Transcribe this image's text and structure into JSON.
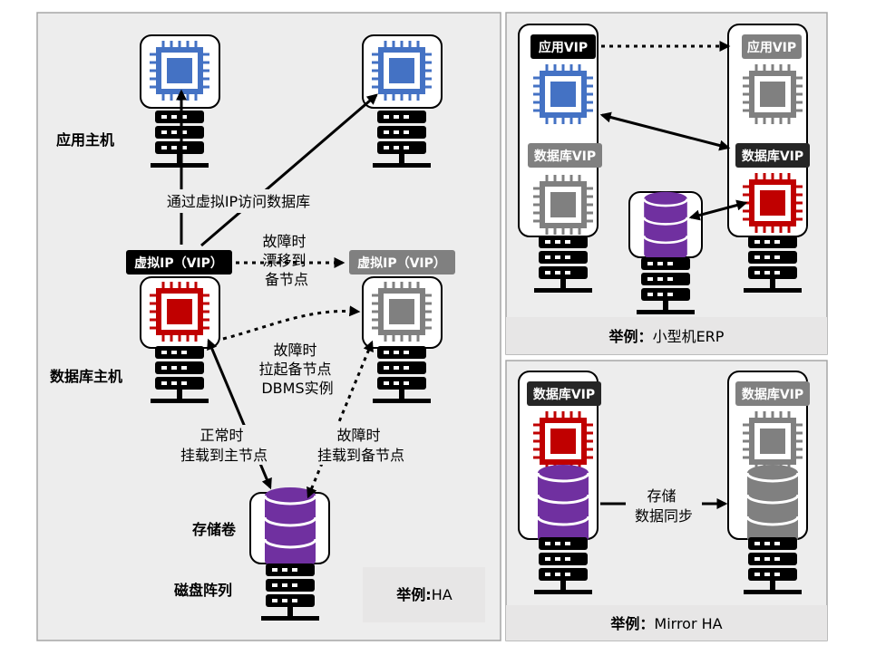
{
  "colors": {
    "blue": "#4472c4",
    "red": "#c00000",
    "gray": "#808080",
    "purple": "#7030a0",
    "black": "#000000",
    "panel_bg": "#ededed",
    "caption_bg": "#e7e6e6"
  },
  "left": {
    "app_host_label": "应用主机",
    "access_label": "通过虚拟IP访问数据库",
    "vip_active": "虚拟IP（VIP）",
    "vip_standby": "虚拟IP（VIP）",
    "drift_label": [
      "故障时",
      "漂移到",
      "备节点"
    ],
    "db_host_label": "数据库主机",
    "restart_label": [
      "故障时",
      "拉起备节点",
      "DBMS实例"
    ],
    "mount_primary_label": [
      "正常时",
      "挂载到主节点"
    ],
    "mount_standby_label": [
      "故障时",
      "挂载到备节点"
    ],
    "storage_volume_label": "存储卷",
    "disk_array_label": "磁盘阵列",
    "caption_prefix": "举例:",
    "caption_text": "HA"
  },
  "top_right": {
    "app_vip_active": "应用VIP",
    "app_vip_standby": "应用VIP",
    "db_vip_standby": "数据库VIP",
    "db_vip_active": "数据库VIP",
    "caption_prefix": "举例：",
    "caption_text": "小型机ERP"
  },
  "bottom_right": {
    "db_vip_active": "数据库VIP",
    "db_vip_standby": "数据库VIP",
    "sync_label": [
      "存储",
      "数据同步"
    ],
    "caption_prefix": "举例：",
    "caption_text": "Mirror HA"
  }
}
